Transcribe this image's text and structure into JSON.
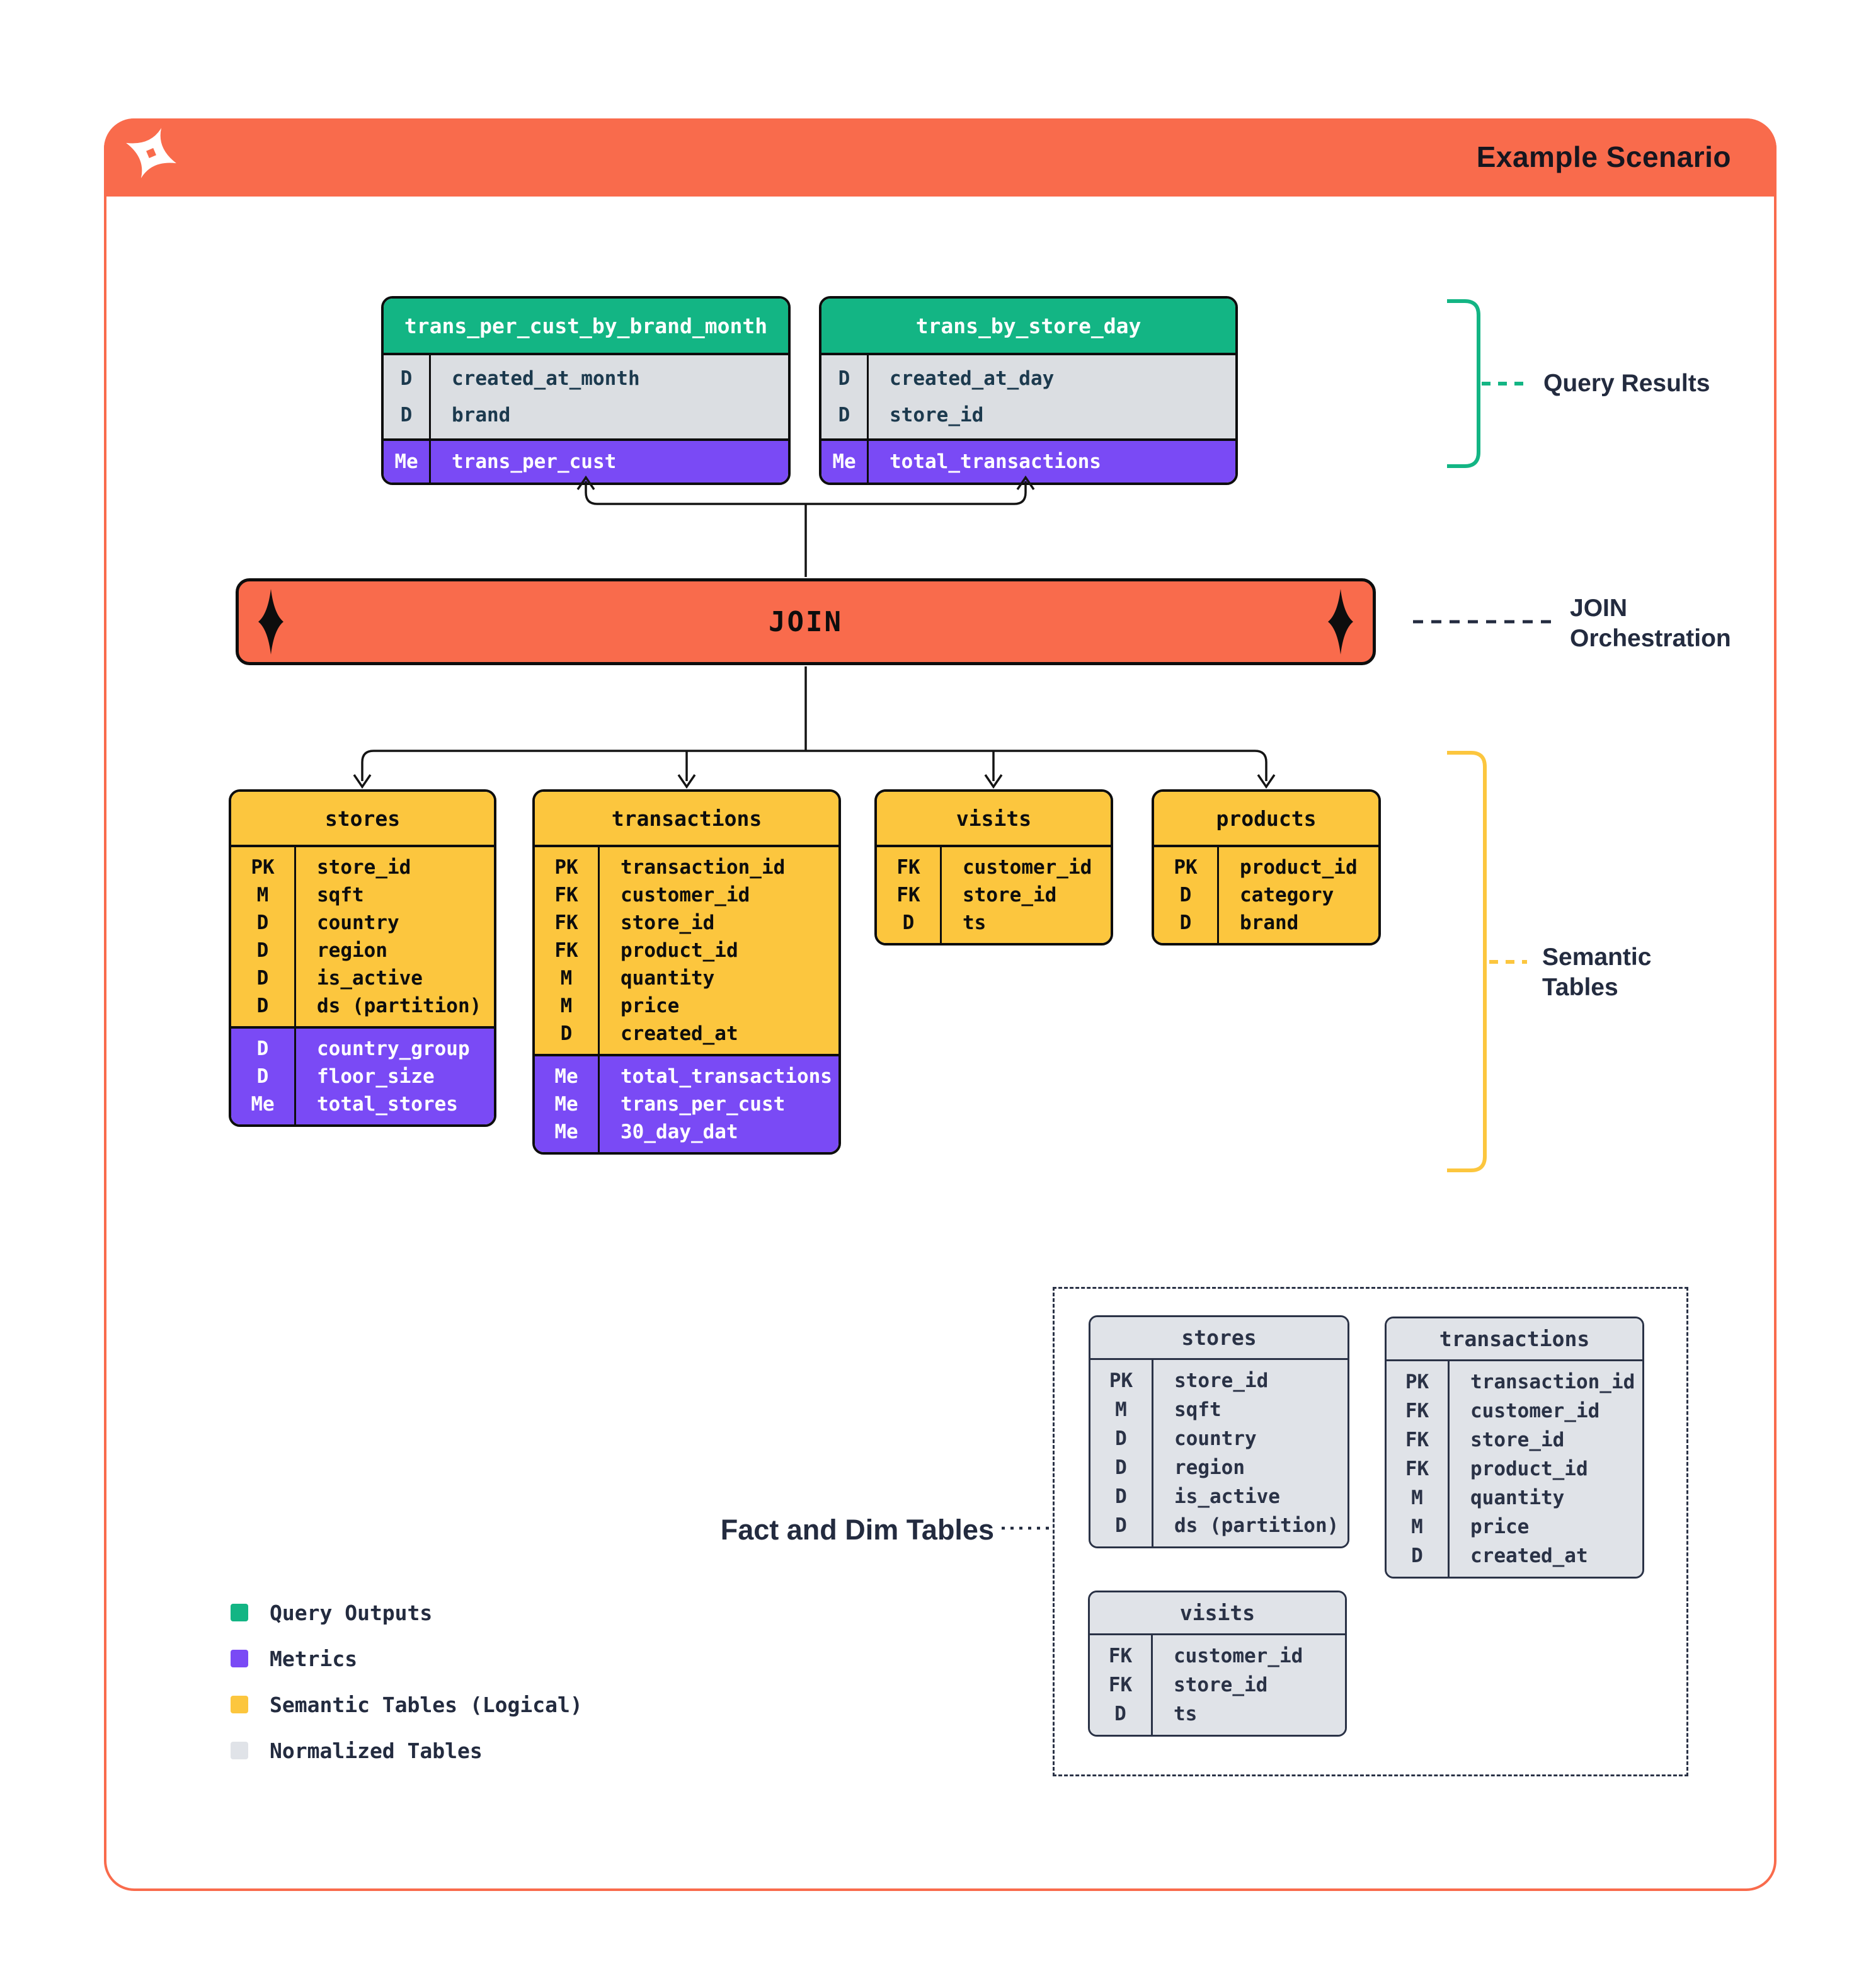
{
  "header": {
    "title": "Example Scenario"
  },
  "join_bar": {
    "label": "JOIN"
  },
  "labels": {
    "query_results": "Query Results",
    "join_orch_1": "JOIN",
    "join_orch_2": "Orchestration",
    "semantic_1": "Semantic",
    "semantic_2": "Tables",
    "fact_dim": "Fact and Dim Tables"
  },
  "query_results": [
    {
      "title": "trans_per_cust_by_brand_month",
      "dims": [
        {
          "k": "D",
          "f": "created_at_month"
        },
        {
          "k": "D",
          "f": "brand"
        }
      ],
      "metrics": [
        {
          "k": "Me",
          "f": "trans_per_cust"
        }
      ]
    },
    {
      "title": "trans_by_store_day",
      "dims": [
        {
          "k": "D",
          "f": "created_at_day"
        },
        {
          "k": "D",
          "f": "store_id"
        }
      ],
      "metrics": [
        {
          "k": "Me",
          "f": "total_transactions"
        }
      ]
    }
  ],
  "semantic_tables": [
    {
      "title": "stores",
      "fields": [
        {
          "k": "PK",
          "f": "store_id"
        },
        {
          "k": "M",
          "f": "sqft"
        },
        {
          "k": "D",
          "f": "country"
        },
        {
          "k": "D",
          "f": "region"
        },
        {
          "k": "D",
          "f": "is_active"
        },
        {
          "k": "D",
          "f": "ds (partition)"
        }
      ],
      "metrics": [
        {
          "k": "D",
          "f": "country_group"
        },
        {
          "k": "D",
          "f": "floor_size"
        },
        {
          "k": "Me",
          "f": "total_stores"
        }
      ]
    },
    {
      "title": "transactions",
      "fields": [
        {
          "k": "PK",
          "f": "transaction_id"
        },
        {
          "k": "FK",
          "f": "customer_id"
        },
        {
          "k": "FK",
          "f": "store_id"
        },
        {
          "k": "FK",
          "f": "product_id"
        },
        {
          "k": "M",
          "f": "quantity"
        },
        {
          "k": "M",
          "f": "price"
        },
        {
          "k": "D",
          "f": "created_at"
        }
      ],
      "metrics": [
        {
          "k": "Me",
          "f": "total_transactions"
        },
        {
          "k": "Me",
          "f": "trans_per_cust"
        },
        {
          "k": "Me",
          "f": "30_day_dat"
        }
      ]
    },
    {
      "title": "visits",
      "fields": [
        {
          "k": "FK",
          "f": "customer_id"
        },
        {
          "k": "FK",
          "f": "store_id"
        },
        {
          "k": "D",
          "f": "ts"
        }
      ],
      "metrics": []
    },
    {
      "title": "products",
      "fields": [
        {
          "k": "PK",
          "f": "product_id"
        },
        {
          "k": "D",
          "f": "category"
        },
        {
          "k": "D",
          "f": "brand"
        }
      ],
      "metrics": []
    }
  ],
  "normalized_tables": [
    {
      "title": "stores",
      "fields": [
        {
          "k": "PK",
          "f": "store_id"
        },
        {
          "k": "M",
          "f": "sqft"
        },
        {
          "k": "D",
          "f": "country"
        },
        {
          "k": "D",
          "f": "region"
        },
        {
          "k": "D",
          "f": "is_active"
        },
        {
          "k": "D",
          "f": "ds (partition)"
        }
      ]
    },
    {
      "title": "transactions",
      "fields": [
        {
          "k": "PK",
          "f": "transaction_id"
        },
        {
          "k": "FK",
          "f": "customer_id"
        },
        {
          "k": "FK",
          "f": "store_id"
        },
        {
          "k": "FK",
          "f": "product_id"
        },
        {
          "k": "M",
          "f": "quantity"
        },
        {
          "k": "M",
          "f": "price"
        },
        {
          "k": "D",
          "f": "created_at"
        }
      ]
    },
    {
      "title": "visits",
      "fields": [
        {
          "k": "FK",
          "f": "customer_id"
        },
        {
          "k": "FK",
          "f": "store_id"
        },
        {
          "k": "D",
          "f": "ts"
        }
      ]
    }
  ],
  "legend": [
    {
      "label": "Query Outputs",
      "color": "#13B584"
    },
    {
      "label": "Metrics",
      "color": "#7A4AF5"
    },
    {
      "label": "Semantic Tables (Logical)",
      "color": "#FCC63E"
    },
    {
      "label": "Normalized Tables",
      "color": "#E0E3E8"
    }
  ],
  "colors": {
    "orange": "#F96B4C",
    "green": "#13B584",
    "purple": "#7A4AF5",
    "yellow": "#FCC63E",
    "normalized_gray": "#E0E3E8",
    "dim_gray": "#DBDEE2",
    "navy": "#232B3F",
    "black": "#0D0D0D"
  }
}
